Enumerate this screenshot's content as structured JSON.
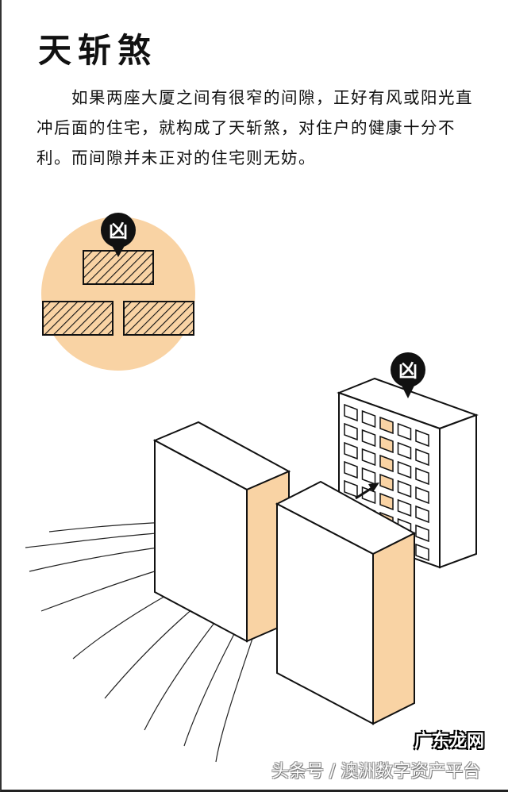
{
  "title": "天斩煞",
  "body_text": "　　如果两座大厦之间有很窄的间隙，正好有风或阳光直冲后面的住宅，就构成了天斩煞，对住户的健康十分不利。而间隙并未正对的住宅则无妨。",
  "pin_label": "凶",
  "colors": {
    "accent": "#f9d3a4",
    "line": "#111111"
  },
  "watermark": "头条号 / 澳洲数字资产平台",
  "watermark_overlay": "广东龙网"
}
